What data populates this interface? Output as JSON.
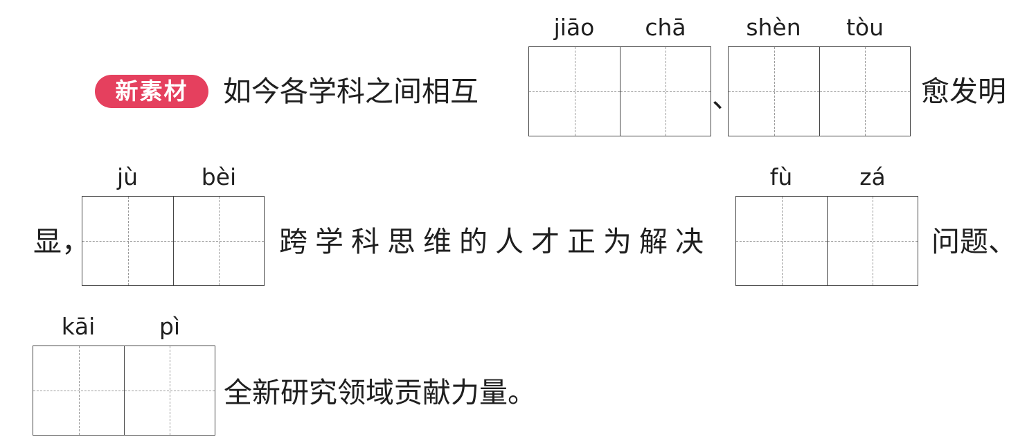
{
  "badge": "新素材",
  "text": {
    "line1_a": "如今各学科之间相互",
    "sep_1": "、",
    "line1_b": "愈发明",
    "line2_a": "显，",
    "line2_b": "跨学科思维的人才正为解决",
    "line2_c": "问题、",
    "line3_a": "全新研究领域贡献力量。"
  },
  "pinyin": {
    "p1": "jiāo",
    "p2": "chā",
    "p3": "shèn",
    "p4": "tòu",
    "p5": "jù",
    "p6": "bèi",
    "p7": "fù",
    "p8": "zá",
    "p9": "kāi",
    "p10": "pì"
  },
  "colors": {
    "badge": "#e5405e",
    "text": "#1f1f1f",
    "grid_border": "#444444",
    "grid_dash": "#9a9a9a"
  }
}
